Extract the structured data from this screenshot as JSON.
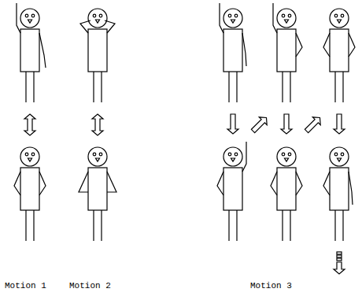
{
  "diagram": {
    "labels": [
      "Motion 1",
      "Motion 2",
      "Motion 3"
    ]
  }
}
